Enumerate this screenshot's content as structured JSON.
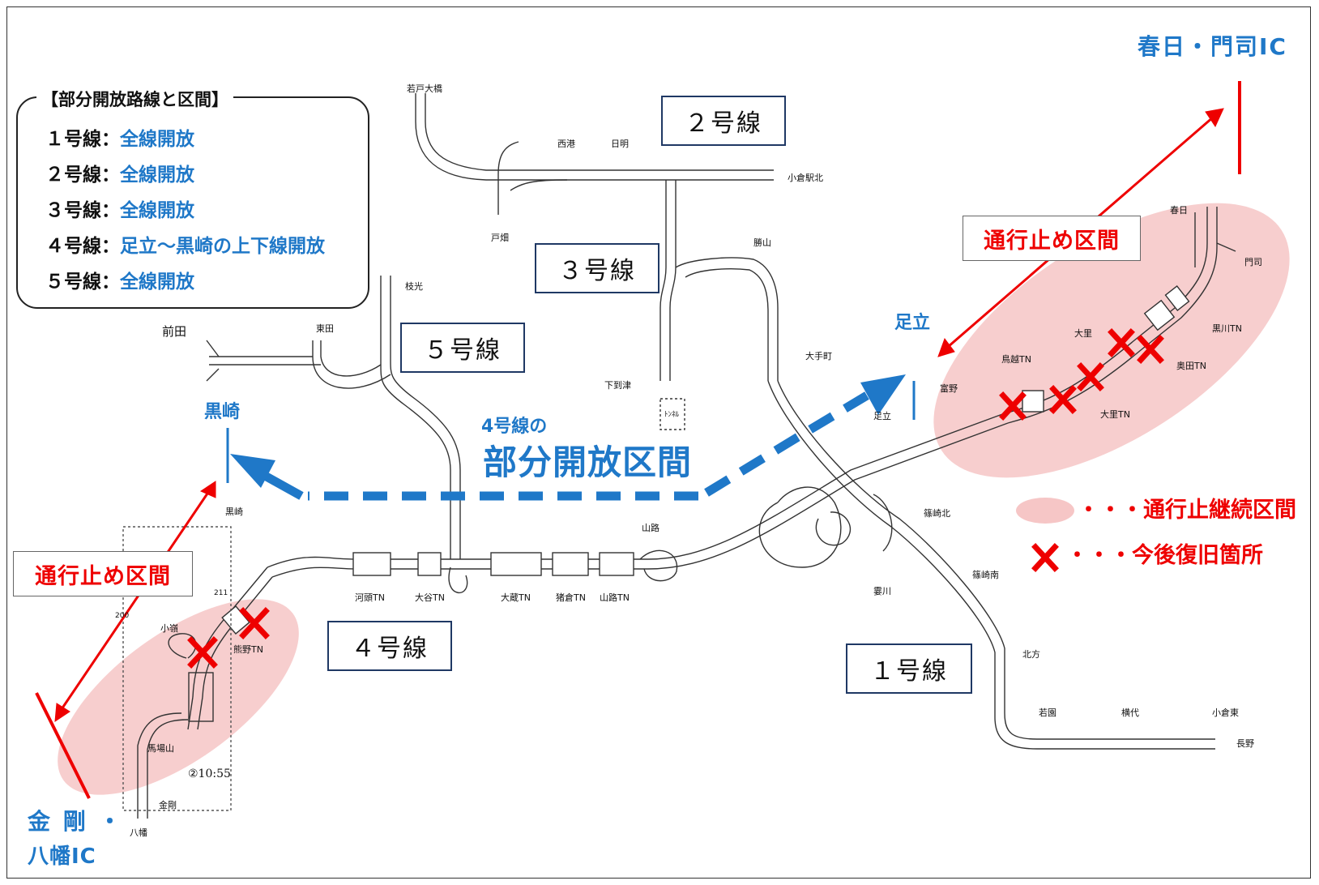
{
  "map": {
    "legend_box": {
      "title": "【部分開放路線と区間】",
      "rows": [
        {
          "route": "１号線：",
          "status": "全線開放"
        },
        {
          "route": "２号線：",
          "status": "全線開放"
        },
        {
          "route": "３号線：",
          "status": "全線開放"
        },
        {
          "route": "４号線：",
          "status": "足立～黒崎の上下線開放"
        },
        {
          "route": "５号線：",
          "status": "全線開放"
        }
      ]
    },
    "route_labels": {
      "r1": "１号線",
      "r2": "２号線",
      "r3": "３号線",
      "r4": "４号線",
      "r5": "５号線"
    },
    "endpoints": {
      "kasuga_moji": "春日・門司IC",
      "kongo_yahata_line1": "金 剛 ・",
      "kongo_yahata_line2": "八幡IC",
      "adachi": "足立",
      "kurosaki": "黒崎"
    },
    "section": {
      "line1": "4号線の",
      "line2": "部分開放区間"
    },
    "closed_sections": {
      "north": "通行止め区間",
      "south": "通行止め区間"
    },
    "key": {
      "continuing": "・・・通行止継続区間",
      "restore": "・・・今後復旧箇所"
    },
    "place_names": {
      "wakato_ohashi": "若戸大橋",
      "nishiminato": "西港",
      "hinode": "日明",
      "kokura_eki_kita": "小倉駅北",
      "tobata": "戸畑",
      "katsuyama": "勝山",
      "edamitsu": "枝光",
      "higashida": "東田",
      "maeda": "前田",
      "ote_machi": "大手町",
      "shimoitozu": "下到津",
      "tunnel_mark": "ﾄﾝﾈﾙ",
      "adachi_small": "足立",
      "tomino": "富野",
      "kasuga_small": "春日",
      "moji": "門司",
      "ori": "大里",
      "kurokawa_tn": "黒川TN",
      "torigoe_tn": "鳥越TN",
      "okuda_tn": "奥田TN",
      "ori_tn": "大里TN",
      "kurosaki_small": "黒崎",
      "yamaji": "山路",
      "shinozakikita": "篠崎北",
      "shinozakiminami": "篠崎南",
      "kokura_higashi": "小倉東",
      "kitagata": "北方",
      "wakazono": "若園",
      "yokoshiro": "横代",
      "nagano": "長野",
      "kawazu_tn": "河頭TN",
      "otani_tn": "大谷TN",
      "okura_tn": "大蔵TN",
      "inokura_tn": "猪倉TN",
      "yamaji_tn": "山路TN",
      "kumano_tn": "熊野TN",
      "komine": "小嶺",
      "babayama": "馬場山",
      "kongo_small": "金剛",
      "yahata_small": "八幡",
      "route_211": "211",
      "route_200": "200",
      "timestamp": "②10:55",
      "sakuragawa": "霎川"
    }
  }
}
